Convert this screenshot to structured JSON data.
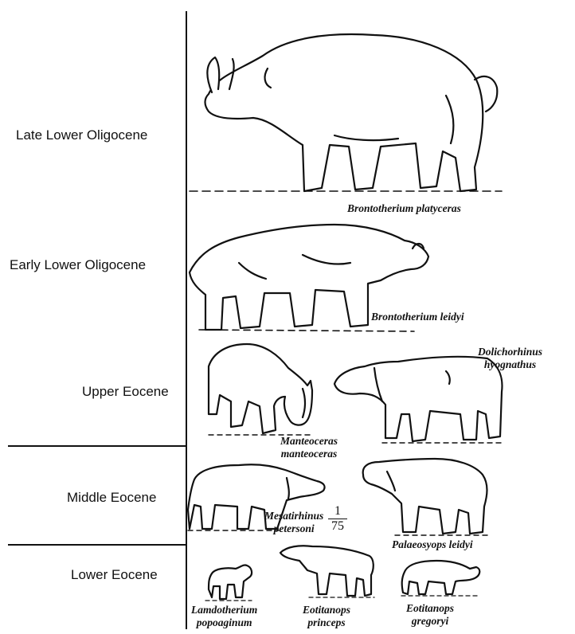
{
  "epochs": [
    {
      "key": "late_lower_oligocene",
      "label": "Late Lower Oligocene"
    },
    {
      "key": "early_lower_oligocene",
      "label": "Early Lower Oligocene"
    },
    {
      "key": "upper_eocene",
      "label": "Upper Eocene"
    },
    {
      "key": "middle_eocene",
      "label": "Middle Eocene"
    },
    {
      "key": "lower_eocene",
      "label": "Lower Eocene"
    }
  ],
  "species": {
    "brontotherium_platyceras": {
      "line1": "Brontotherium platyceras"
    },
    "brontotherium_leidyi": {
      "line1": "Brontotherium leidyi"
    },
    "dolichorhinus_hyognathus": {
      "line1": "Dolichorhinus",
      "line2": "hyognathus"
    },
    "manteoceras_manteoceras": {
      "line1": "Manteoceras",
      "line2": "manteoceras"
    },
    "mesatirhinus_petersoni": {
      "line1": "Mesatirhinus",
      "line2": "petersoni"
    },
    "palaeosyops_leidyi": {
      "line1": "Palaeosyops leidyi"
    },
    "lambdotherium_popoaginum": {
      "line1": "Lamdotherium",
      "line2": "popoaginum"
    },
    "eotitanops_princeps": {
      "line1": "Eotitanops",
      "line2": "princeps"
    },
    "eotitanops_gregoryi": {
      "line1": "Eotitanops",
      "line2": "gregoryi"
    }
  },
  "scale": {
    "numerator": "1",
    "denominator": "75"
  },
  "colors": {
    "ink": "#111111",
    "background": "#ffffff"
  }
}
